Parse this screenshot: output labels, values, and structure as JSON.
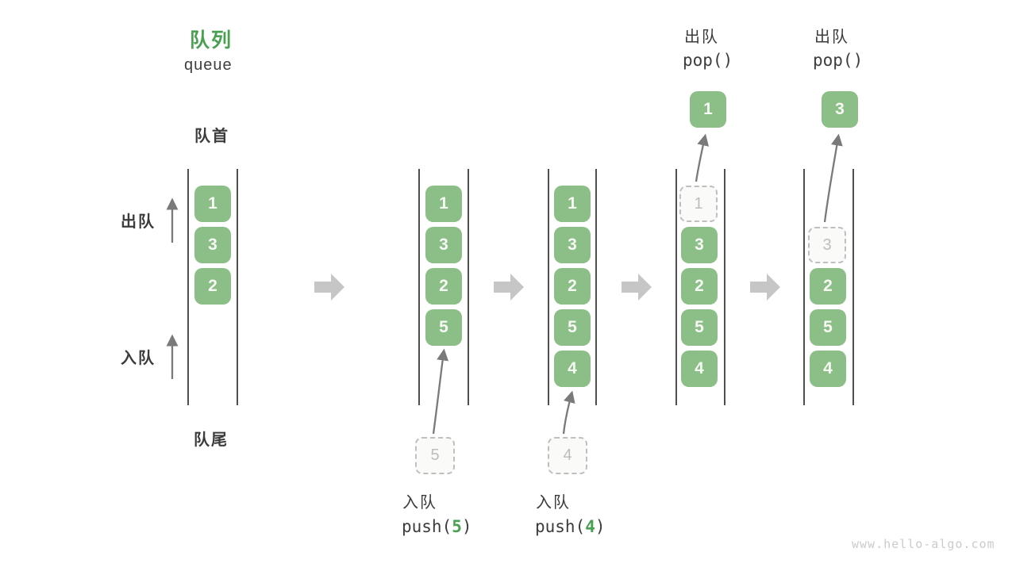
{
  "title": {
    "zh": "队列",
    "en": "queue"
  },
  "side_labels": {
    "front": "队首",
    "rear": "队尾",
    "dequeue": "出队",
    "enqueue": "入队"
  },
  "states": [
    {
      "items": [
        "1",
        "3",
        "2"
      ]
    },
    {
      "items": [
        "1",
        "3",
        "2",
        "5"
      ],
      "incoming": "5",
      "op": {
        "label": "入队",
        "fn_prefix": "push(",
        "arg": "5",
        "fn_suffix": ")"
      }
    },
    {
      "items": [
        "1",
        "3",
        "2",
        "5",
        "4"
      ],
      "incoming": "4",
      "op": {
        "label": "入队",
        "fn_prefix": "push(",
        "arg": "4",
        "fn_suffix": ")"
      }
    },
    {
      "ghost": "1",
      "items": [
        "3",
        "2",
        "5",
        "4"
      ],
      "popped": "1",
      "op": {
        "label": "出队",
        "fn": "pop()"
      }
    },
    {
      "ghost": "3",
      "items": [
        "2",
        "5",
        "4"
      ],
      "popped": "3",
      "op": {
        "label": "出队",
        "fn": "pop()"
      }
    }
  ],
  "watermark": "www.hello-algo.com",
  "colors": {
    "accent_green": "#49A050",
    "box_green": "#8CBE87",
    "text_dark": "#3C3C3C",
    "arrow_gray": "#7A7A7A",
    "block_arrow_gray": "#C6C6C6",
    "ghost_gray": "#BFBFBF",
    "watermark_gray": "#CBCBCB"
  }
}
